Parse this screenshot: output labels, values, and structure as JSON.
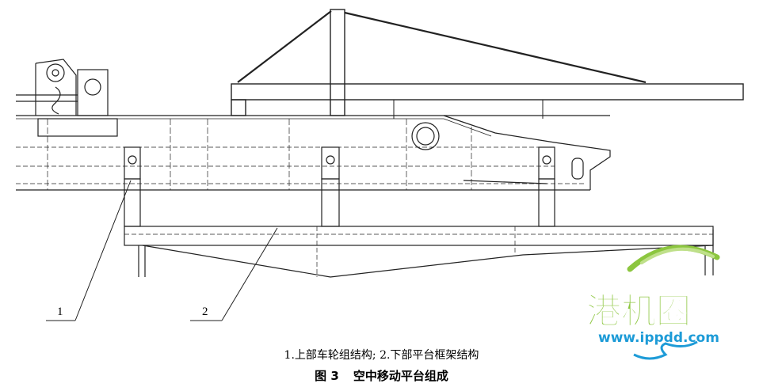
{
  "callouts": [
    {
      "id": "1",
      "text": "1"
    },
    {
      "id": "2",
      "text": "2"
    }
  ],
  "caption": {
    "legend": "1.上部车轮组结构; 2.下部平台框架结构",
    "figure_number": "图 3",
    "title": "空中移动平台组成"
  },
  "watermark": {
    "brand": "港机圈",
    "url": "www.ippdd.com",
    "colors": {
      "green": "#8cc63f",
      "blue": "#1d9bd7"
    }
  },
  "colors": {
    "line": "#222222",
    "background": "#ffffff"
  }
}
